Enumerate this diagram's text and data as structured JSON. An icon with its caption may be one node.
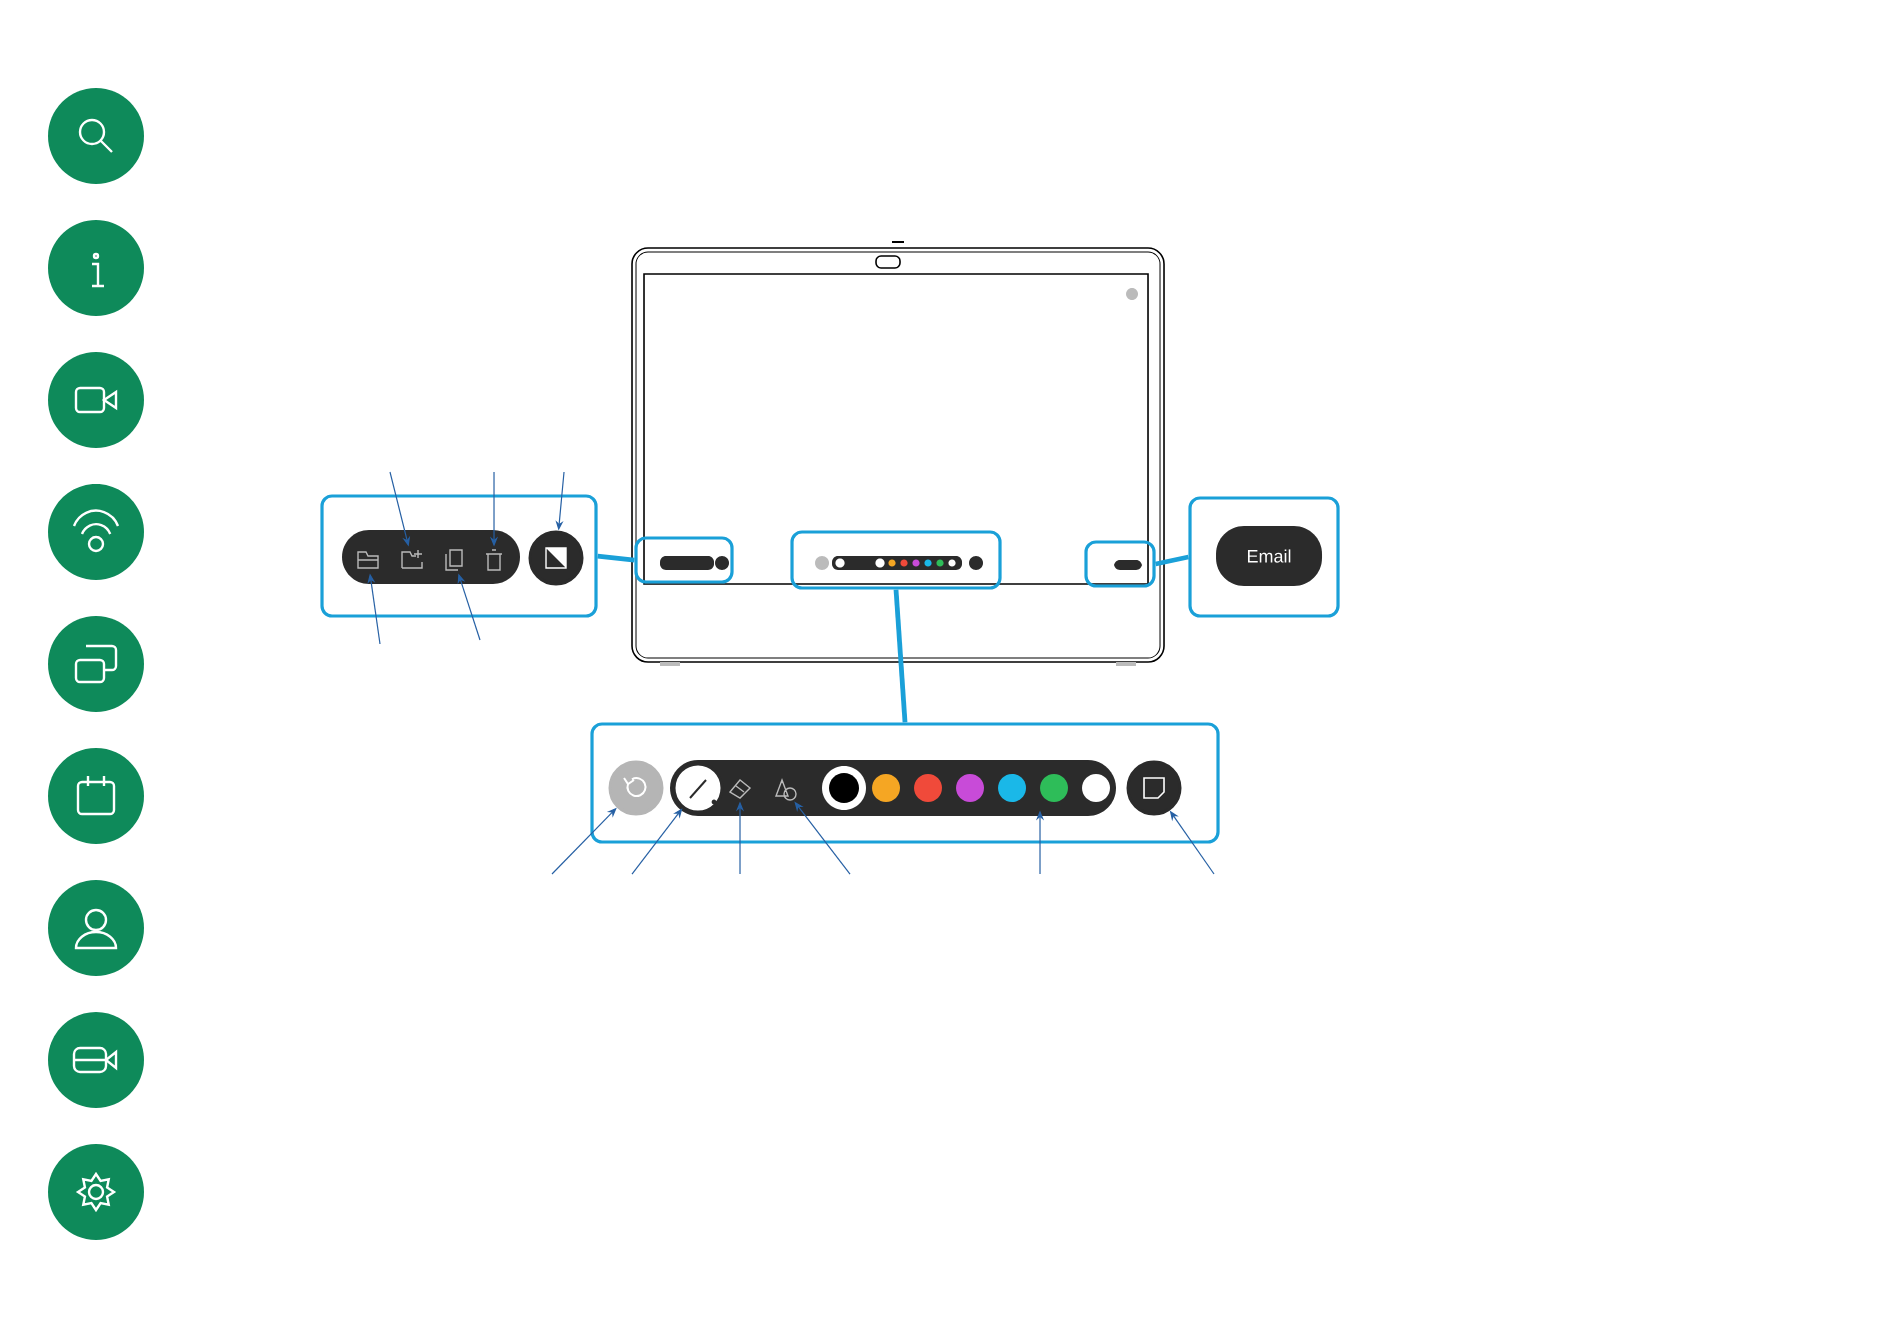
{
  "diagram": {
    "nodes": [
      {
        "text": [],
        "shape": "box"
      },
      {
        "text": [],
        "shape": "box"
      },
      {
        "text": [],
        "shape": "box"
      },
      {
        "text": [],
        "shape": "box"
      },
      {
        "text": [],
        "shape": "box"
      },
      {
        "text": [],
        "shape": "box"
      },
      {
        "text": [
          "Email"
        ],
        "in": 5
      },
      {
        "text": [],
        "shape": "picture",
        "in": 3
      },
      {
        "text": [],
        "shape": "picture",
        "in": 3
      },
      {
        "text": [],
        "shape": "picture",
        "in": 3
      },
      {
        "text": [],
        "shape": "picture",
        "in": 3
      },
      {
        "text": [],
        "shape": "circle",
        "in": 3
      },
      {
        "text": [],
        "shape": "circle",
        "in": 4
      },
      {
        "text": [],
        "shape": "circle",
        "in": 4
      },
      {
        "text": [],
        "shape": "picture",
        "in": 4
      },
      {
        "text": [],
        "shape": "picture",
        "in": 4
      },
      {
        "text": [],
        "shape": "bar",
        "in": 4
      },
      {
        "text": [],
        "shape": "circle",
        "in": 4
      }
    ],
    "edges": [
      {
        "from": 3,
        "to": 0,
        "arrow": "none",
        "style": "thick",
        "color": "#1aa0d8"
      },
      {
        "from": 1,
        "to": 4,
        "arrow": "none",
        "style": "thick",
        "color": "#1aa0d8"
      },
      {
        "from": 2,
        "to": 5,
        "arrow": "none",
        "style": "thick",
        "color": "#1aa0d8"
      },
      {
        "from": null,
        "to": 8,
        "arrow": "to"
      },
      {
        "from": null,
        "to": 10,
        "arrow": "to"
      },
      {
        "from": null,
        "to": 11,
        "arrow": "to"
      },
      {
        "from": null,
        "to": 7,
        "arrow": "to"
      },
      {
        "from": null,
        "to": 9,
        "arrow": "to"
      },
      {
        "from": null,
        "to": 12,
        "arrow": "to"
      },
      {
        "from": null,
        "to": 13,
        "arrow": "to"
      },
      {
        "from": null,
        "to": 14,
        "arrow": "to"
      },
      {
        "from": null,
        "to": 15,
        "arrow": "to"
      },
      {
        "from": null,
        "to": 16,
        "arrow": "to"
      },
      {
        "from": null,
        "to": 17,
        "arrow": "to"
      }
    ]
  }
}
